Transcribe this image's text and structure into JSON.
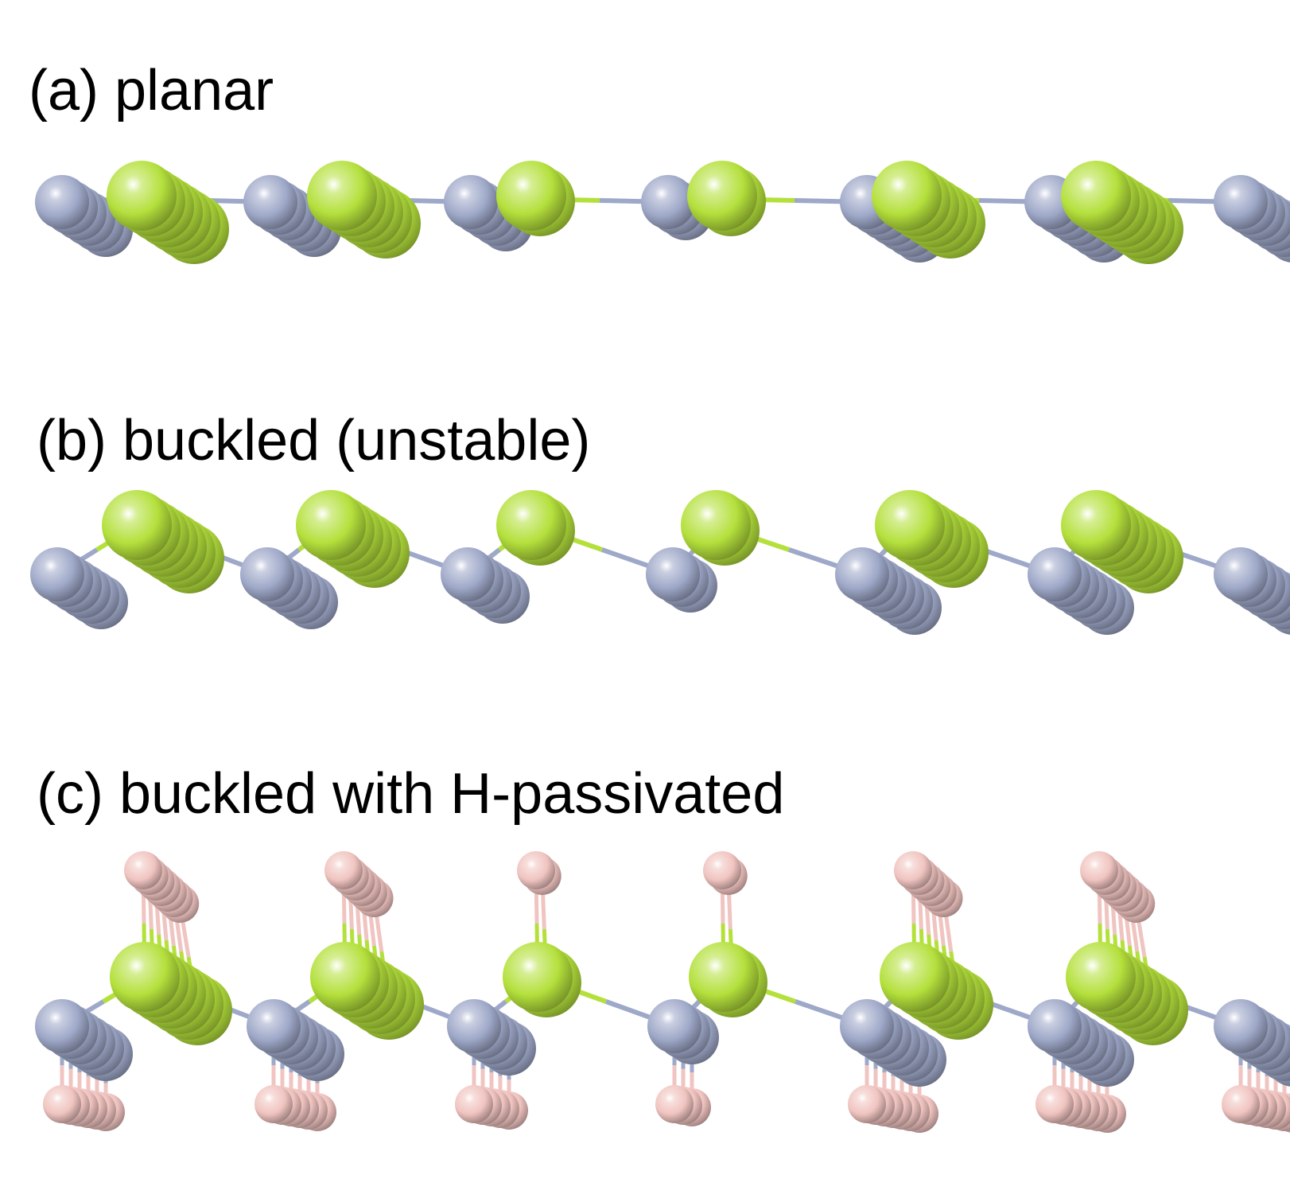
{
  "panels": [
    {
      "id": "a",
      "label": "(a) planar",
      "structure": "planar"
    },
    {
      "id": "b",
      "label": "(b) buckled (unstable)",
      "structure": "buckled"
    },
    {
      "id": "c",
      "label": "(c) buckled with H-passivated",
      "structure": "buckled-h"
    }
  ],
  "colors": {
    "green_atom": "#b4e03c",
    "blue_atom": "#9ea8c8",
    "pink_atom": "#f0c4c0",
    "background": "#ffffff",
    "text": "#000000"
  }
}
